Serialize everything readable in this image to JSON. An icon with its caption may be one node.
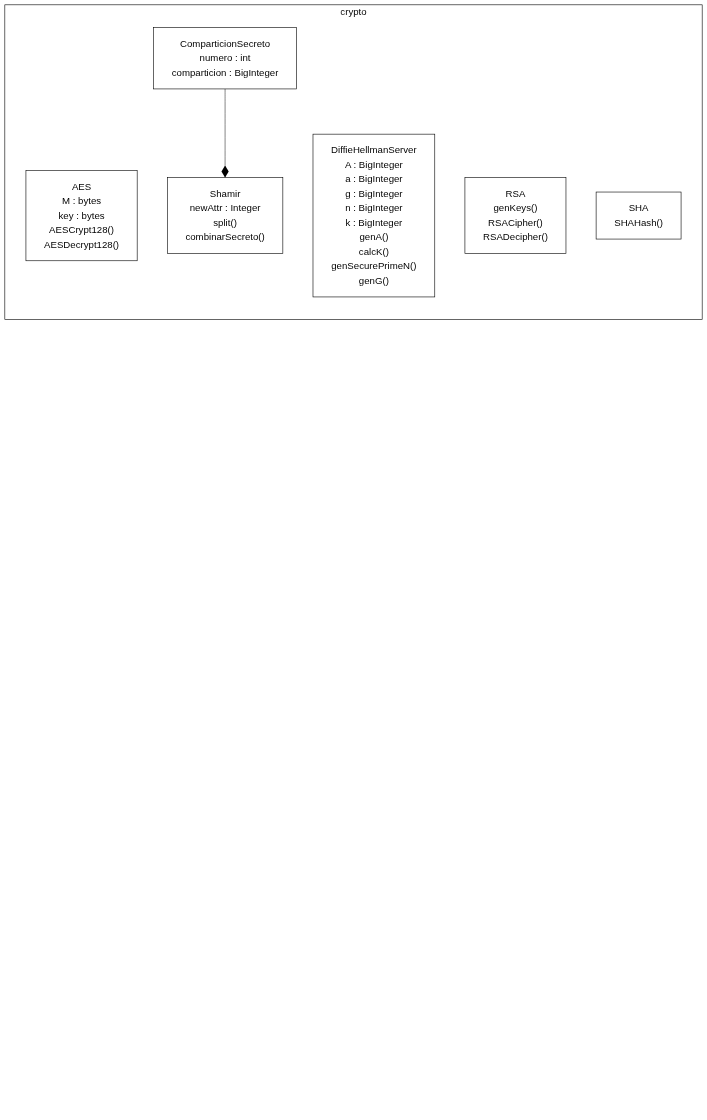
{
  "diagram": {
    "nodes": [
      {
        "text": [
          "crypto"
        ]
      },
      {
        "text": [
          "AES",
          "M : bytes",
          "key : bytes",
          "AESCrypt128()",
          "AESDecrypt128()"
        ],
        "in": 0
      },
      {
        "text": [
          "ComparticionSecreto",
          "numero : int",
          "comparticion : BigInteger"
        ],
        "in": 0
      },
      {
        "text": [
          "Shamir",
          "newAttr : Integer",
          "split()",
          "combinarSecreto()"
        ],
        "in": 0
      },
      {
        "text": [
          "DiffieHellmanServer",
          "A : BigInteger",
          "a : BigInteger",
          "g : BigInteger",
          "n : BigInteger",
          "k : BigInteger",
          "genA()",
          "calcK()",
          "genSecurePrimeN()",
          "genG()"
        ],
        "in": 0
      },
      {
        "text": [
          "RSA",
          "genKeys()",
          "RSACipher()",
          "RSADecipher()"
        ],
        "in": 0
      },
      {
        "text": [
          "SHA",
          "SHAHash()"
        ],
        "in": 0
      }
    ],
    "edges": [
      {
        "from": 2,
        "to": 3,
        "arrow": "other"
      }
    ]
  }
}
